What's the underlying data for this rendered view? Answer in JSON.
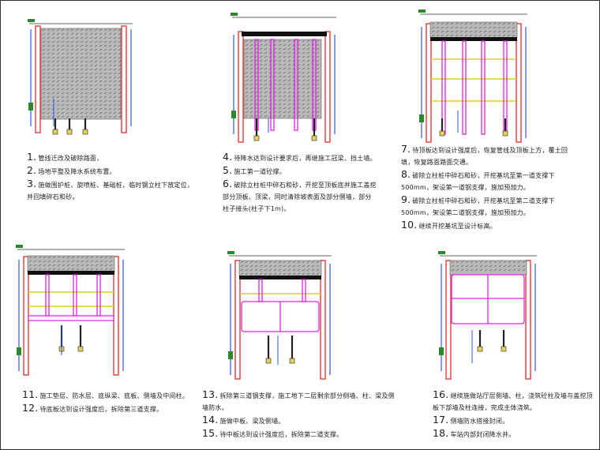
{
  "panels": [
    {
      "id": "p1",
      "steps": [
        {
          "num": "1.",
          "text": "管线迁改及破除路面，"
        },
        {
          "num": "2.",
          "text": "场地平整及降水系统布置。"
        },
        {
          "num": "3.",
          "text": "施做围护桩、旋喷桩、基础桩，临时钢立柱下放定位，并回填碎石和砂。"
        }
      ]
    },
    {
      "id": "p2",
      "steps": [
        {
          "num": "4.",
          "text": "待降水达到设计要求后，再继施工冠梁、挡土墙。"
        },
        {
          "num": "5.",
          "text": "施工第一道砼撑。"
        },
        {
          "num": "6.",
          "text": "破除立柱桩中碎石和砂，开挖至顶板底并施工盖挖部分顶板、顶梁，同时清除坡表面及部分侧墙，部分柱子接头(柱子下1m)。"
        }
      ]
    },
    {
      "id": "p3",
      "steps": [
        {
          "num": "7.",
          "text": "待顶板达到设计强度后，恢复管线及顶板上方，覆土回填，恢复路面路面交通。"
        },
        {
          "num": "8.",
          "text": "破除立柱桩中碎石和砂，开挖基坑至第一道支撑下500mm，架设第一道钢支撑，施加预加力。"
        },
        {
          "num": "9.",
          "text": "破除立柱桩中碎石和砂，开挖基坑至第二道支撑下500mm，架设第二道钢支撑，施加预加力。"
        },
        {
          "num": "10.",
          "text": "继续开挖基坑至设计标高。"
        }
      ]
    },
    {
      "id": "p4",
      "steps": [
        {
          "num": "11.",
          "text": "施工垫层、防水层、底纵梁、底板、侧墙及中间柱。"
        },
        {
          "num": "12.",
          "text": "待底板达到设计强度后，拆除第三道支撑。"
        }
      ]
    },
    {
      "id": "p5",
      "steps": [
        {
          "num": "13.",
          "text": "拆除第三道钢支撑，施工地下二层剩余部分侧墙、柱、梁及侧墙防水。"
        },
        {
          "num": "14.",
          "text": "施做中板、梁及侧墙。"
        },
        {
          "num": "15.",
          "text": "待中板达到设计强度后，拆除第二道支撑。"
        }
      ]
    },
    {
      "id": "p6",
      "steps": [
        {
          "num": "16.",
          "text": "继续施做站厅层侧墙、柱，浇筑砼柱及墙与盖挖顶板下部墙及柱连接，完成主体浇筑。"
        },
        {
          "num": "17.",
          "text": "侧墙防水搭接封闭。"
        },
        {
          "num": "18.",
          "text": "车站内部封闭降水井。"
        }
      ]
    }
  ],
  "colors": {
    "pile": "#e83a3a",
    "column": "#e020e0",
    "strut": "#d8d21a",
    "well": "#3355ee",
    "soil": "#5a5a5a",
    "slab": "#111111",
    "dewater": "#3a4ad8",
    "label": "#2a8a2a"
  }
}
